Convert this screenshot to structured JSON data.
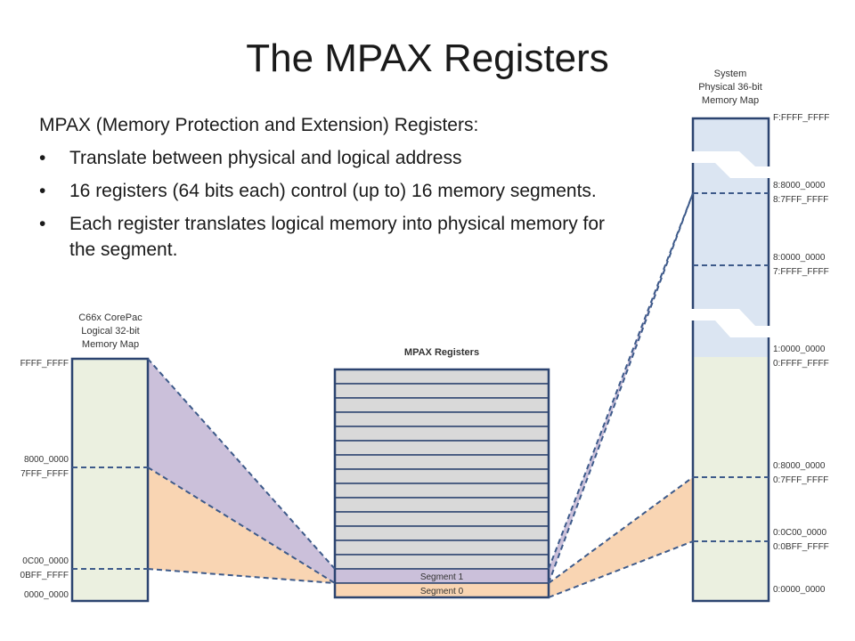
{
  "slide": {
    "title": "The MPAX Registers"
  },
  "intro": {
    "heading": "MPAX (Memory Protection and Extension) Registers:",
    "bullets": [
      "Translate between physical and logical address",
      "16 registers (64 bits each) control (up to) 16 memory segments.",
      "Each register translates logical memory into physical memory for the segment."
    ]
  },
  "logical_map": {
    "caption": "C66x CorePac\nLogical 32-bit\nMemory Map",
    "addresses": [
      "FFFF_FFFF",
      "8000_0000",
      "7FFF_FFFF",
      "0C00_0000",
      "0BFF_FFFF",
      "0000_0000"
    ]
  },
  "mpax_registers": {
    "caption": "MPAX Registers",
    "register_count": 16,
    "segment_labels": [
      "Segment 1",
      "Segment 0"
    ]
  },
  "physical_map": {
    "caption": "System\nPhysical 36-bit\nMemory Map",
    "addresses": [
      "F:FFFF_FFFF",
      "8:8000_0000",
      "8:7FFF_FFFF",
      "8:0000_0000",
      "7:FFFF_FFFF",
      "1:0000_0000",
      "0:FFFF_FFFF",
      "0:8000_0000",
      "0:7FFF_FFFF",
      "0:0C00_0000",
      "0:0BFF_FFFF",
      "0:0000_0000"
    ]
  },
  "colors": {
    "segment1": "#cbc0da",
    "segment0": "#f9d5b3",
    "register_fill": "#d9d9d9",
    "box_border": "#2c4470",
    "dash": "#3d5a8a",
    "logical_fill": "#ebf0e0",
    "physical_upper_fill": "#dbe5f2",
    "physical_lower_fill": "#ebf0e0"
  }
}
